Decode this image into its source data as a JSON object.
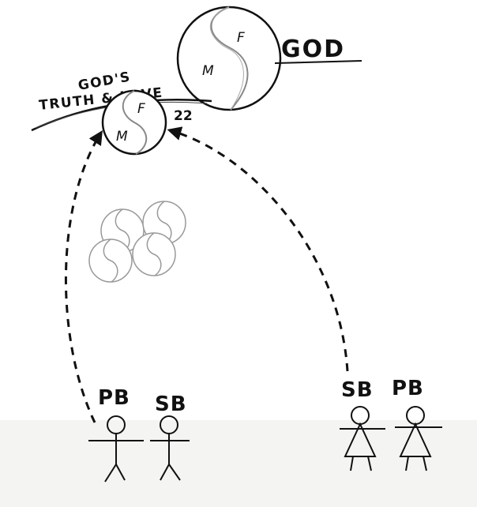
{
  "god": {
    "label": "GOD",
    "top_letter": "F",
    "bottom_letter": "M"
  },
  "truth_love": {
    "line1": "GOD'S",
    "line2": "TRUTH & LOVE"
  },
  "union": {
    "number": "22",
    "top_letter": "F",
    "bottom_letter": "M"
  },
  "figures": {
    "left_pair": [
      "PB",
      "SB"
    ],
    "right_pair": [
      "SB",
      "PB"
    ]
  },
  "colors": {
    "ink": "#111111",
    "faint_ink": "#8a8a8a",
    "ground": "#f4f4f2"
  }
}
